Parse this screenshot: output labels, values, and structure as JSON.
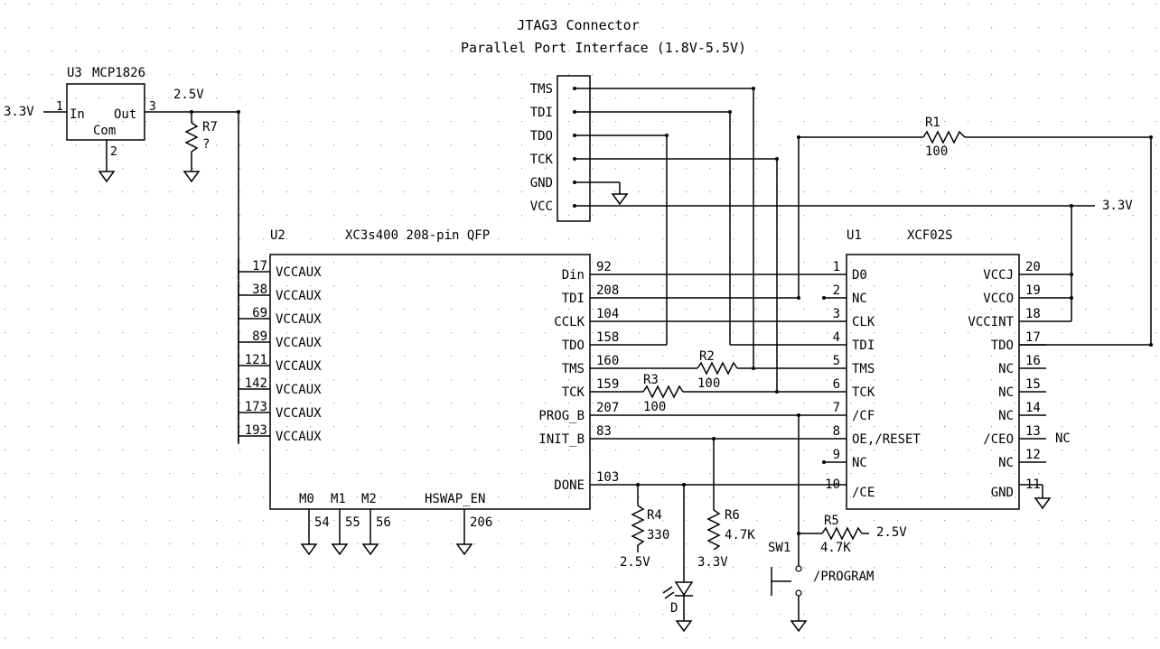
{
  "title_lines": [
    "JTAG3 Connector",
    "Parallel Port Interface (1.8V-5.5V)"
  ],
  "jtag_pins": [
    "TMS",
    "TDI",
    "TDO",
    "TCK",
    "GND",
    "VCC"
  ],
  "u3": {
    "ref": "U3",
    "part": "MCP1826",
    "in_label": "In",
    "out_label": "Out",
    "com_label": "Com",
    "pin_in": "1",
    "pin_out": "3",
    "pin_com": "2",
    "input_voltage": "3.3V",
    "output_voltage": "2.5V"
  },
  "r7": {
    "ref": "R7",
    "value": "?"
  },
  "u2": {
    "ref": "U2",
    "part": "XC3s400 208-pin QFP",
    "left_pins": [
      {
        "num": "17",
        "name": "VCCAUX"
      },
      {
        "num": "38",
        "name": "VCCAUX"
      },
      {
        "num": "69",
        "name": "VCCAUX"
      },
      {
        "num": "89",
        "name": "VCCAUX"
      },
      {
        "num": "121",
        "name": "VCCAUX"
      },
      {
        "num": "142",
        "name": "VCCAUX"
      },
      {
        "num": "173",
        "name": "VCCAUX"
      },
      {
        "num": "193",
        "name": "VCCAUX"
      }
    ],
    "right_pins": [
      {
        "num": "92",
        "name": "Din"
      },
      {
        "num": "208",
        "name": "TDI"
      },
      {
        "num": "104",
        "name": "CCLK"
      },
      {
        "num": "158",
        "name": "TDO"
      },
      {
        "num": "160",
        "name": "TMS"
      },
      {
        "num": "159",
        "name": "TCK"
      },
      {
        "num": "207",
        "name": "PROG_B"
      },
      {
        "num": "83",
        "name": "INIT_B"
      },
      {
        "num": "103",
        "name": "DONE"
      }
    ],
    "bottom_pins": [
      {
        "num": "54",
        "name": "M0"
      },
      {
        "num": "55",
        "name": "M1"
      },
      {
        "num": "56",
        "name": "M2"
      },
      {
        "num": "206",
        "name": "HSWAP_EN"
      }
    ]
  },
  "u1": {
    "ref": "U1",
    "part": "XCF02S",
    "left_pins": [
      {
        "num": "1",
        "name": "D0"
      },
      {
        "num": "2",
        "name": "NC"
      },
      {
        "num": "3",
        "name": "CLK"
      },
      {
        "num": "4",
        "name": "TDI"
      },
      {
        "num": "5",
        "name": "TMS"
      },
      {
        "num": "6",
        "name": "TCK"
      },
      {
        "num": "7",
        "name": "/CF"
      },
      {
        "num": "8",
        "name": "OE,/RESET"
      },
      {
        "num": "9",
        "name": "NC"
      },
      {
        "num": "10",
        "name": "/CE"
      }
    ],
    "right_pins": [
      {
        "num": "20",
        "name": "VCCJ"
      },
      {
        "num": "19",
        "name": "VCCO"
      },
      {
        "num": "18",
        "name": "VCCINT"
      },
      {
        "num": "17",
        "name": "TDO"
      },
      {
        "num": "16",
        "name": "NC"
      },
      {
        "num": "15",
        "name": "NC"
      },
      {
        "num": "14",
        "name": "NC"
      },
      {
        "num": "13",
        "name": "/CEO"
      },
      {
        "num": "12",
        "name": "NC"
      },
      {
        "num": "11",
        "name": "GND"
      }
    ],
    "ceo_note": "NC"
  },
  "r1": {
    "ref": "R1",
    "value": "100"
  },
  "r2": {
    "ref": "R2",
    "value": "100"
  },
  "r3": {
    "ref": "R3",
    "value": "100"
  },
  "r4": {
    "ref": "R4",
    "value": "330",
    "supply": "2.5V"
  },
  "r5": {
    "ref": "R5",
    "value": "4.7K",
    "supply": "2.5V"
  },
  "r6": {
    "ref": "R6",
    "value": "4.7K",
    "supply": "3.3V"
  },
  "rail_33": "3.3V",
  "sw1": {
    "ref": "SW1",
    "label": "/PROGRAM"
  },
  "led": {
    "ref": "D"
  }
}
